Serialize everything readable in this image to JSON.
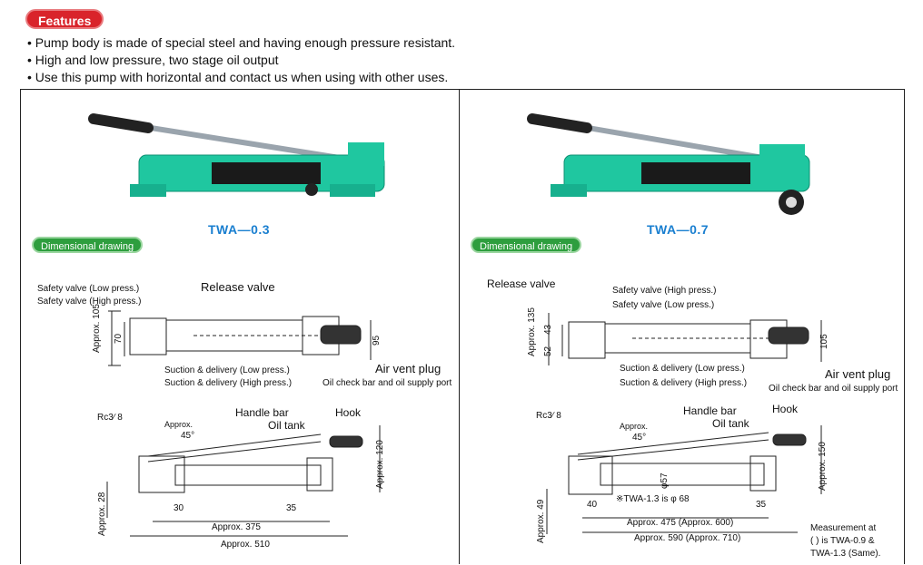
{
  "features": {
    "badge": "Features",
    "bullets": [
      "Pump body is made of special steel and having enough pressure resistant.",
      "High and low pressure, two stage oil output",
      "Use this pump with horizontal and contact us when using with other uses."
    ]
  },
  "left": {
    "model": "TWA—0.3",
    "dim_badge": "Dimensional drawing",
    "labels": {
      "safety_low": "Safety valve (Low press.)",
      "safety_high": "Safety valve (High press.)",
      "release_valve": "Release valve",
      "suction_low": "Suction & delivery (Low press.)",
      "suction_high": "Suction & delivery (High press.)",
      "air_vent": "Air vent plug",
      "oil_check": "Oil check bar and oil supply port",
      "rc": "Rc3∕ 8",
      "approx": "Approx.",
      "angle": "45°",
      "handle_bar": "Handle bar",
      "oil_tank": "Oil tank",
      "hook": "Hook"
    },
    "dims": {
      "approx_105": "Approx. 105",
      "d70": "70",
      "d95": "95",
      "approx_120": "Approx. 120",
      "approx_28": "Approx. 28",
      "d30": "30",
      "d35": "35",
      "approx_375": "Approx. 375",
      "approx_510": "Approx. 510"
    }
  },
  "right": {
    "model": "TWA—0.7",
    "dim_badge": "Dimensional drawing",
    "labels": {
      "release_valve": "Release valve",
      "safety_high": "Safety valve (High press.)",
      "safety_low": "Safety valve (Low press.)",
      "suction_low": "Suction & delivery (Low press.)",
      "suction_high": "Suction & delivery (High press.)",
      "air_vent": "Air vent plug",
      "oil_check": "Oil check bar and oil supply port",
      "rc": "Rc3∕ 8",
      "approx": "Approx.",
      "angle": "45°",
      "handle_bar": "Handle bar",
      "oil_tank": "Oil tank",
      "hook": "Hook",
      "phi_note": "※TWA-1.3 is φ 68"
    },
    "dims": {
      "approx_135": "Approx. 135",
      "d52": "52",
      "d43": "43",
      "d105": "105",
      "approx_150": "Approx. 150",
      "phi57": "φ57",
      "approx_49": "Approx. 49",
      "d40": "40",
      "d35": "35",
      "approx_475": "Approx. 475 (Approx. 600)",
      "approx_590": "Approx. 590 (Approx. 710)"
    },
    "note": [
      "Measurement at",
      "( ) is TWA-0.9 &",
      "TWA-1.3 (Same)."
    ]
  },
  "colors": {
    "red_badge": "#d9242b",
    "green_badge": "#2e9e3e",
    "model_blue": "#1a7fd0",
    "pump_teal": "#1fc7a0"
  }
}
